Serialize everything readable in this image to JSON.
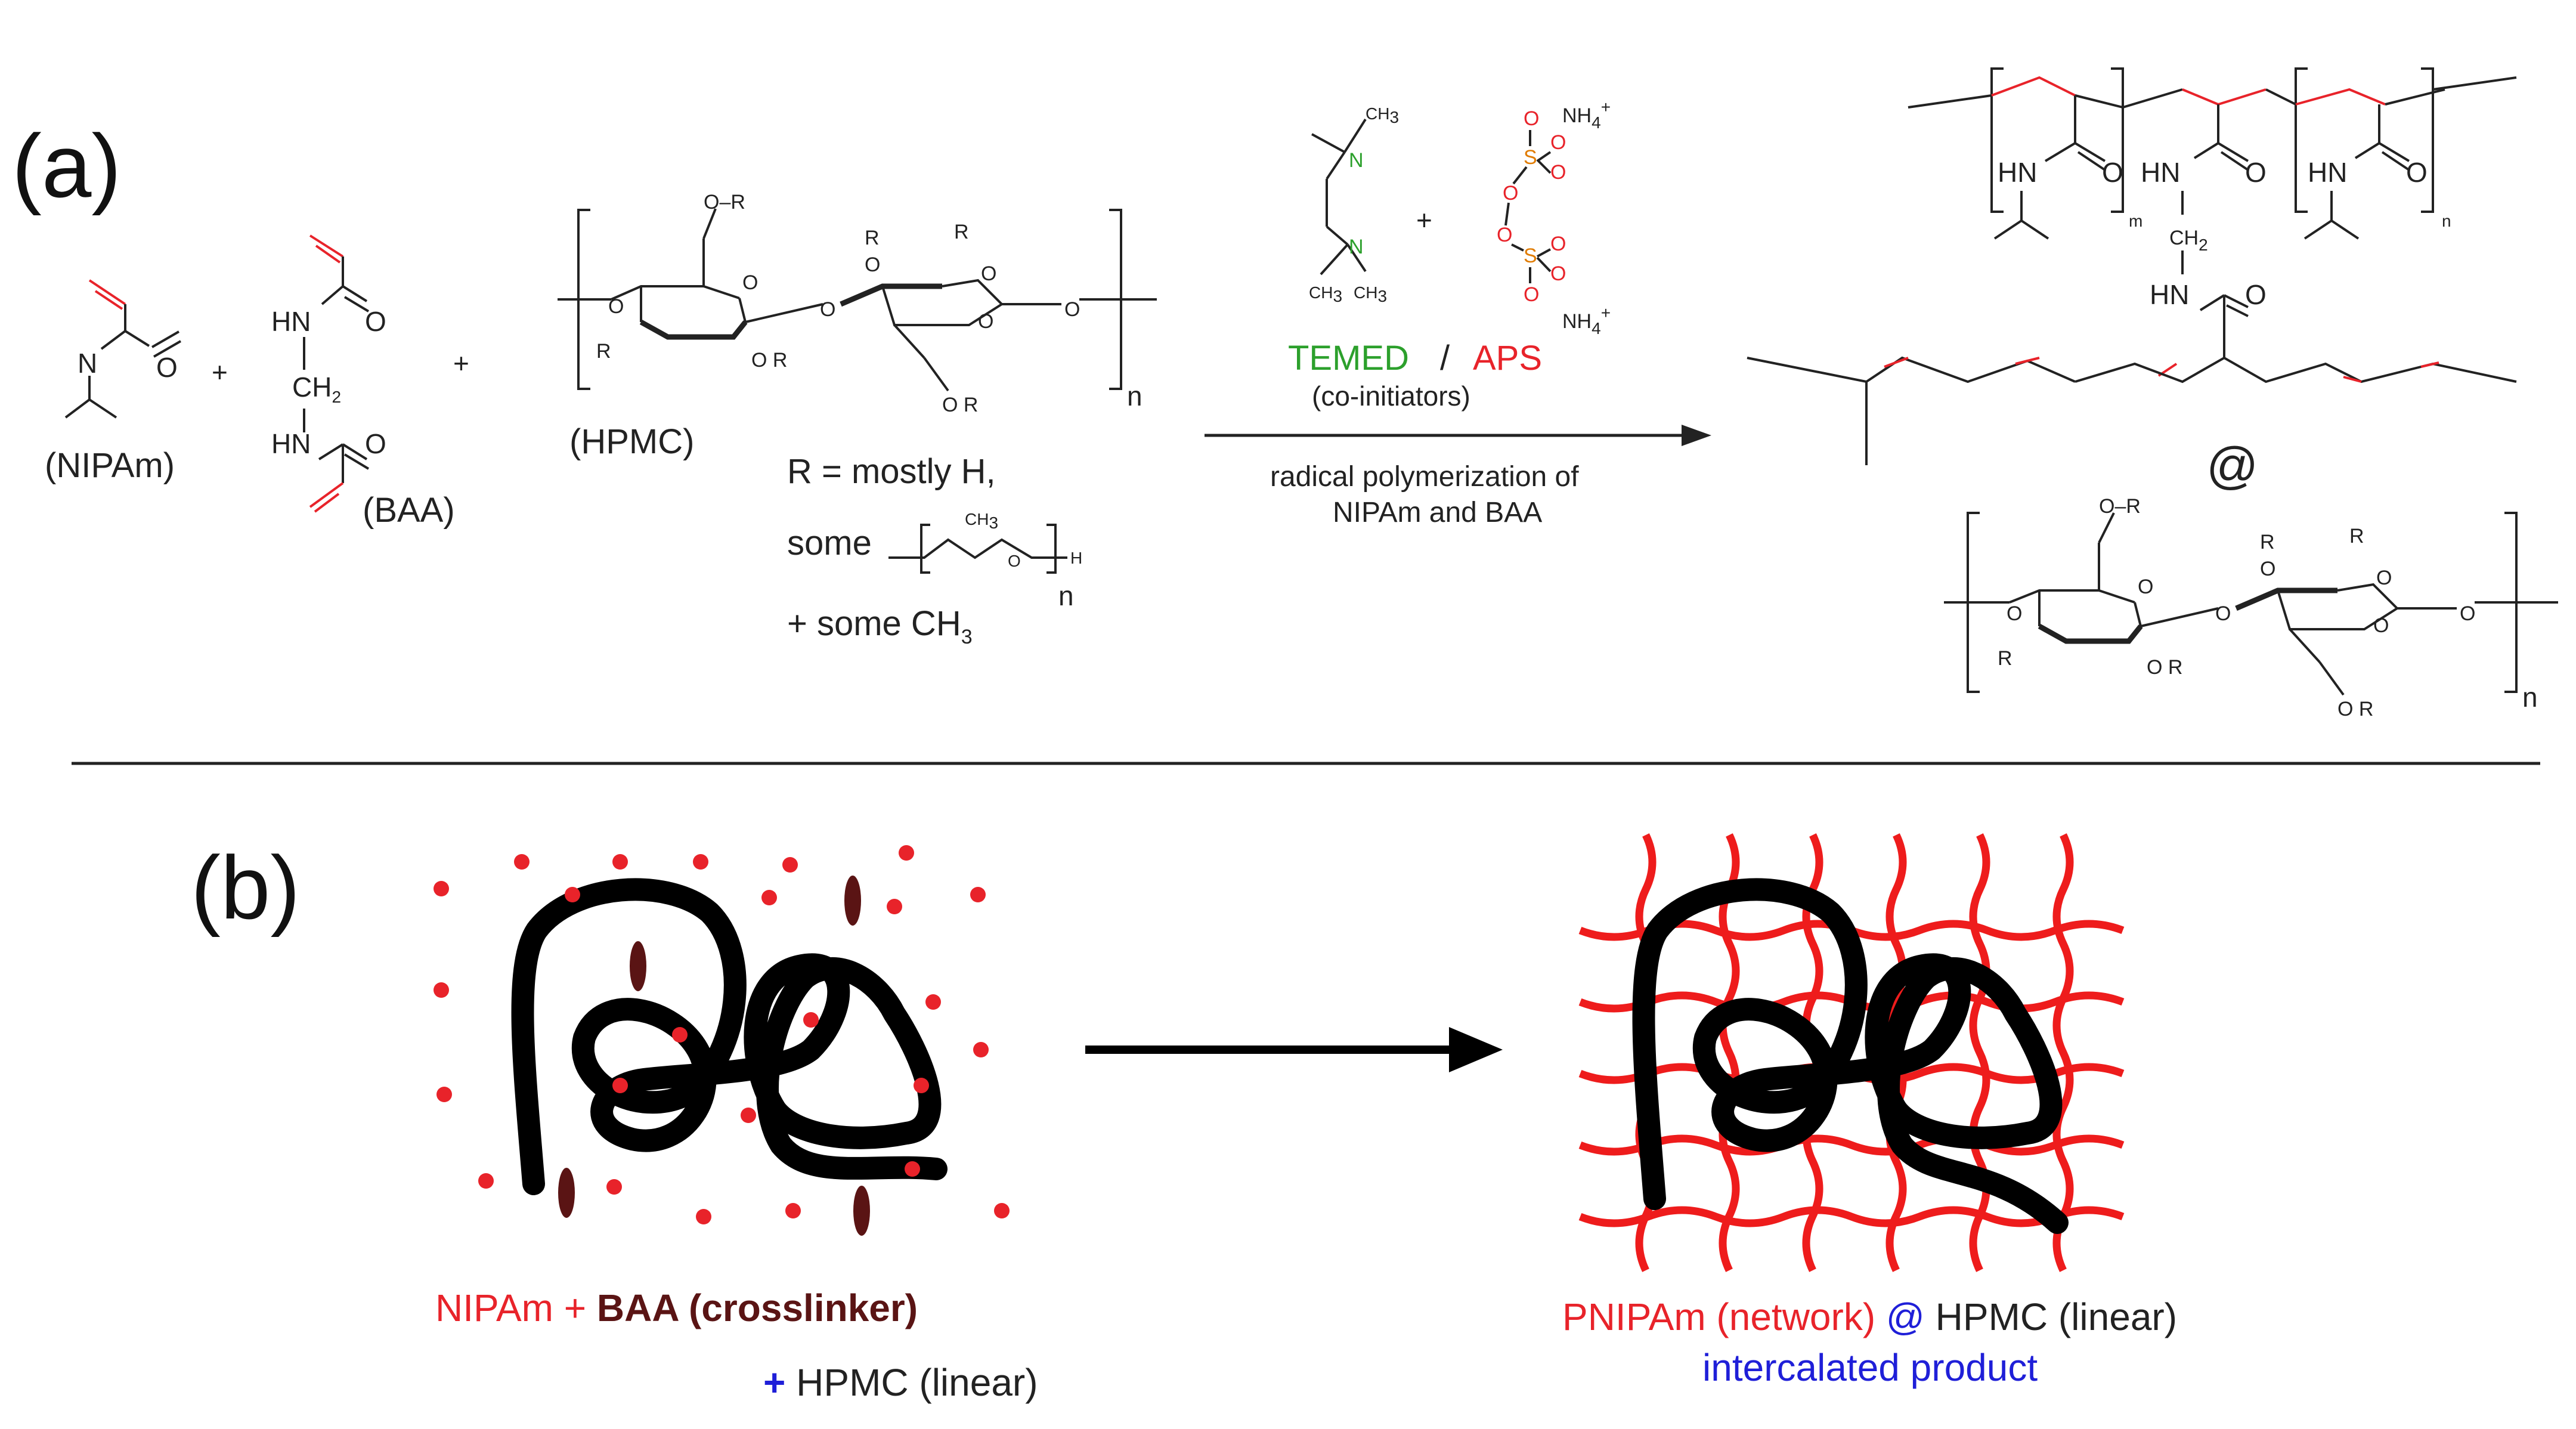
{
  "panels": {
    "a": "(a)",
    "b": "(b)"
  },
  "reactants": {
    "nipam_label": "(NIPAm)",
    "baa_label": "(BAA)",
    "hpmc_label": "(HPMC)",
    "plus": "+",
    "repeat_n": "n",
    "r_def_line1": "R = mostly H,",
    "r_def_some": "some",
    "r_def_line3": "+ some CH",
    "r_def_line3_sub": "3"
  },
  "initiators": {
    "temed": "TEMED",
    "slash": "/",
    "aps": "APS",
    "role": "(co-initiators)",
    "nh4": "NH",
    "nh4_sub": "4",
    "nh4_sup": "+",
    "ch3": "CH",
    "ch3_sub": "3"
  },
  "arrow_text": {
    "line1": "radical polymerization of",
    "line2": "NIPAm and BAA"
  },
  "product": {
    "at": "@",
    "m": "m",
    "n": "n",
    "ch2": "CH",
    "ch2_sub": "2"
  },
  "atoms": {
    "N": "N",
    "O": "O",
    "HN": "HN",
    "R": "R",
    "S": "S",
    "H": "H"
  },
  "caption_left": {
    "nipam": "NIPAm",
    "plus": "+",
    "baa": "BAA (crosslinker)",
    "hpmc_plus": "+",
    "hpmc": "HPMC (linear)"
  },
  "caption_right": {
    "pnipam": "PNIPAm (network)",
    "at": "@",
    "hpmc": "HPMC (linear)",
    "line2": "intercalated product"
  },
  "colors": {
    "red": "#e8232a",
    "green": "#2ca02c",
    "blue": "#1f1fd8",
    "dark_brown": "#5a1414",
    "orange": "#e07b00",
    "black": "#000000"
  }
}
